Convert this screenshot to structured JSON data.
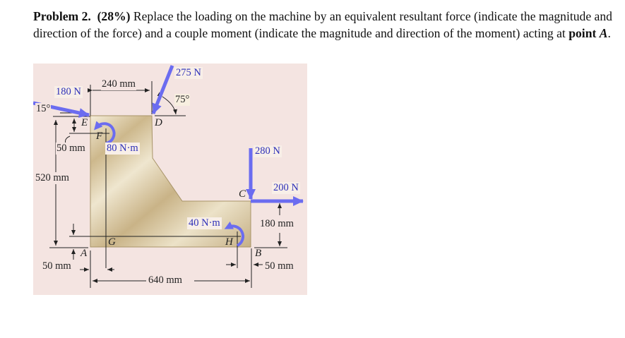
{
  "problem": {
    "label": "Problem 2.",
    "weight": "(28%)",
    "text": " Replace the loading on the machine by an equivalent resultant force (indicate the magnitude and direction of the force) and a couple moment (indicate the magnitude and direction of the moment) acting at ",
    "point_word": "point ",
    "point_letter": "A",
    "end": "."
  },
  "figure": {
    "forces": {
      "f180": "180 N",
      "f275": "275 N",
      "f280": "280 N",
      "f200": "200 N"
    },
    "moments": {
      "m80": "80 N·m",
      "m40": "40 N·m"
    },
    "angles": {
      "a15": "15°",
      "a75": "75°"
    },
    "dimensions": {
      "d240": "240 mm",
      "d50_left": "50 mm",
      "d520": "520 mm",
      "d50_bottom": "50 mm",
      "d640": "640 mm",
      "d180": "180 mm",
      "d50_right": "50 mm"
    },
    "points": {
      "A": "A",
      "B": "B",
      "C": "C",
      "D": "D",
      "E": "E",
      "F": "F",
      "G": "G",
      "H": "H"
    },
    "colors": {
      "force": "#6b6cf0",
      "label": "#2d2fb8",
      "background": "#f4e4e1",
      "body": "#d9c8a0"
    }
  }
}
